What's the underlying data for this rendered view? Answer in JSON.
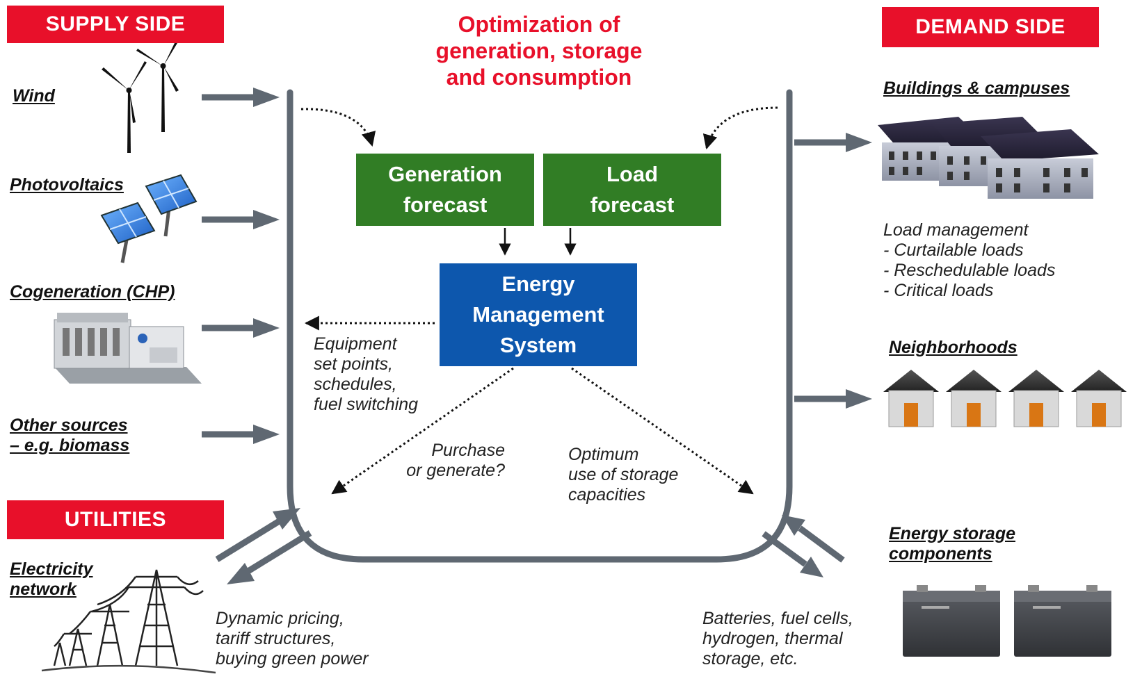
{
  "title": "Optimization of\ngeneration, storage\nand consumption",
  "banners": {
    "supply": "SUPPLY SIDE",
    "demand": "DEMAND SIDE",
    "utilities": "UTILITIES"
  },
  "supply_sources": {
    "wind": "Wind",
    "pv": "Photovoltaics",
    "chp": "Cogeneration (CHP)",
    "other": "Other sources\n– e.g. biomass"
  },
  "utilities": {
    "label": "Electricity\nnetwork",
    "note": "Dynamic pricing,\ntariff structures,\nbuying green power"
  },
  "center": {
    "generation_forecast": "Generation\nforecast",
    "load_forecast": "Load\nforecast",
    "ems": "Energy\nManagement\nSystem",
    "equipment_note": "Equipment\nset points,\nschedules,\nfuel switching",
    "purchase_note": "Purchase\nor generate?",
    "storage_note": "Optimum\nuse of storage\ncapacities"
  },
  "demand": {
    "buildings": "Buildings & campuses",
    "load_mgmt": "Load management\n- Curtailable loads\n- Reschedulable loads\n- Critical loads",
    "neighborhoods": "Neighborhoods",
    "storage": "Energy storage\ncomponents",
    "storage_note": "Batteries, fuel cells,\nhydrogen, thermal\nstorage, etc."
  },
  "colors": {
    "banner_red": "#e8102a",
    "title_red": "#e8102a",
    "forecast_green": "#317d25",
    "ems_blue": "#0d57ad",
    "arrow_gray": "#5f6872"
  },
  "icons": [
    "wind-turbine-icon",
    "solar-panel-icon",
    "chp-generator-icon",
    "transmission-tower-icon",
    "buildings-icon",
    "house-icon",
    "battery-icon"
  ]
}
